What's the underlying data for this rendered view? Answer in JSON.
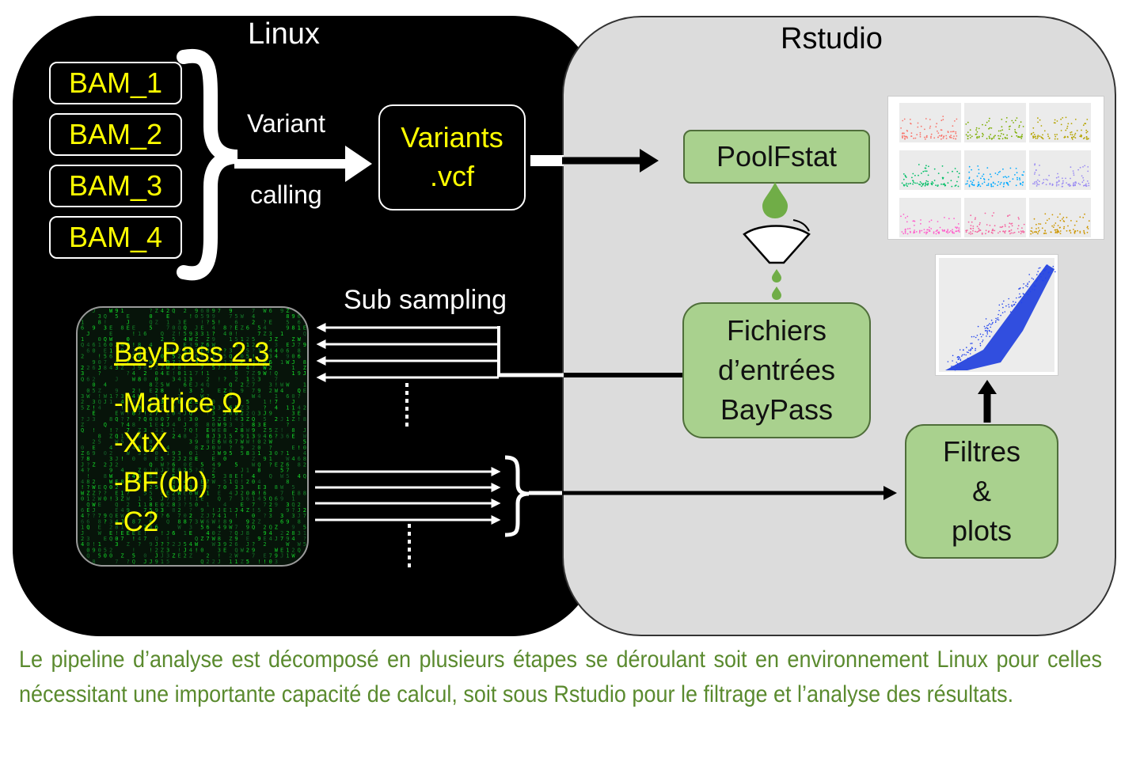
{
  "linux": {
    "title": "Linux"
  },
  "rstudio": {
    "title": "Rstudio"
  },
  "bam_files": [
    "BAM_1",
    "BAM_2",
    "BAM_3",
    "BAM_4"
  ],
  "variant_calling": {
    "line1": "Variant",
    "line2": "calling"
  },
  "variants_file": {
    "line1": "Variants",
    "line2": ".vcf"
  },
  "poolfstat": {
    "label": "PoolFstat"
  },
  "fichiers": {
    "line1": "Fichiers",
    "line2": "d’entrées",
    "line3": "BayPass"
  },
  "sub_sampling": {
    "label": "Sub sampling"
  },
  "baypass": {
    "title": "BayPass 2.3",
    "outputs": [
      "-Matrice Ω",
      "-XtX",
      "-BF(db)",
      "-C2"
    ]
  },
  "filtres": {
    "line1": "Filtres",
    "line2": "&",
    "line3": "plots"
  },
  "colors": {
    "linux_bg": "#000000",
    "rstudio_bg": "#dcdcdc",
    "box_green": "#a9d18e",
    "drop_green": "#70ad47",
    "accent_yellow": "#ffff00",
    "caption_green": "#5a8a2e"
  },
  "caption": "Le pipeline d’analyse est décomposé en plusieurs étapes se déroulant soit en environnement Linux pour celles nécessitant une importante capacité de calcul, soit sous Rstudio pour le filtrage et l’analyse des résultats."
}
